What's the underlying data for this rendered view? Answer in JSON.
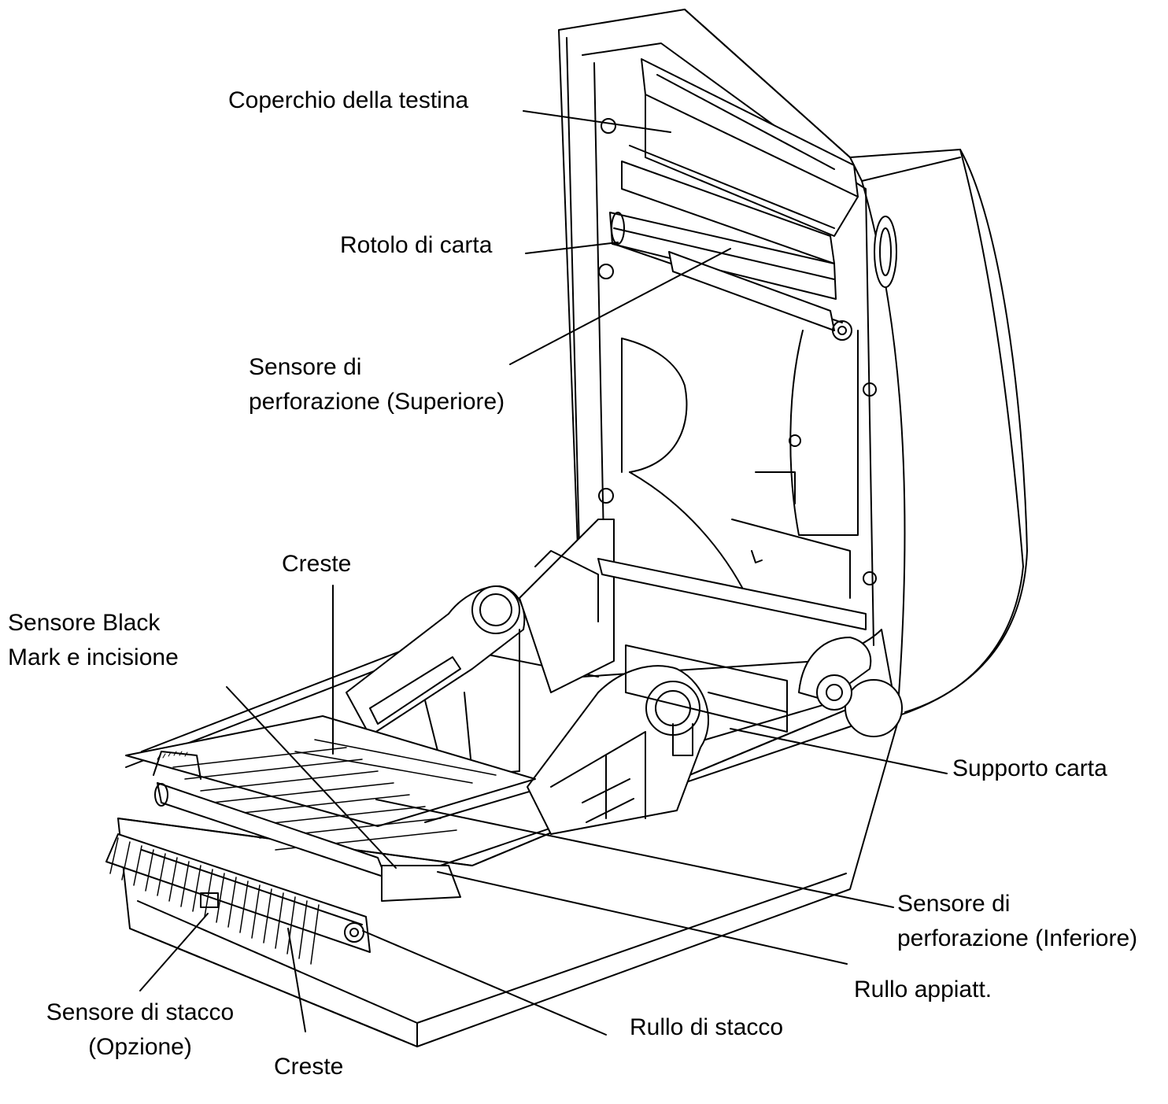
{
  "labels": {
    "head_cover": "Coperchio della testina",
    "paper_roll": "Rotolo di carta",
    "gap_sensor_upper_1": "Sensore di",
    "gap_sensor_upper_2": "perforazione (Superiore)",
    "ridges_top": "Creste",
    "black_mark_sensor_1": "Sensore Black",
    "black_mark_sensor_2": "Mark e incisione",
    "media_holder": "Supporto carta",
    "gap_sensor_lower_1": "Sensore di",
    "gap_sensor_lower_2": "perforazione (Inferiore)",
    "platen_roller": "Rullo appiatt.",
    "peel_sensor_1": "Sensore di stacco",
    "peel_sensor_2": "(Opzione)",
    "ridges_bottom": "Creste",
    "peel_roller": "Rullo di stacco"
  }
}
